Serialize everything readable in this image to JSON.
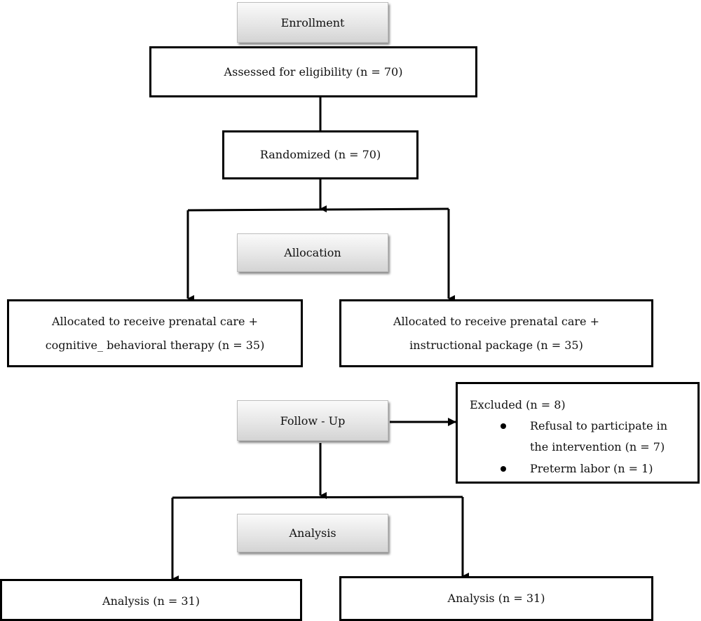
{
  "stages": {
    "enrollment": "Enrollment",
    "allocation": "Allocation",
    "follow_up": "Follow - Up",
    "analysis": "Analysis"
  },
  "boxes": {
    "assessed": "Assessed for eligibility (n = 70)",
    "randomized": "Randomized (n = 70)",
    "allocated_left_line1": "Allocated to receive prenatal care +",
    "allocated_left_line2": "cognitive_ behavioral therapy (n = 35)",
    "allocated_right_line1": "Allocated to receive prenatal care +",
    "allocated_right_line2": "instructional package (n = 35)",
    "analysis_left": "Analysis (n = 31)",
    "analysis_right": "Analysis (n = 31)"
  },
  "excluded": {
    "title": "Excluded (n = 8)",
    "reason1_line1": "Refusal to participate in",
    "reason1_line2": "the intervention (n = 7)",
    "reason2": "Preterm labor (n = 1)"
  }
}
